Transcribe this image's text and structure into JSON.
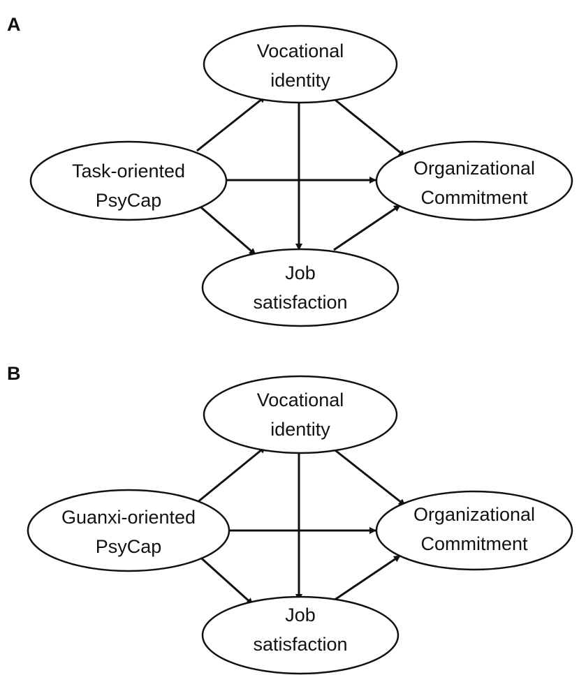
{
  "panels": [
    {
      "label": "A",
      "nodes": {
        "vocational": {
          "line1": "Vocational",
          "line2": "identity"
        },
        "psycap": {
          "line1": "Task-oriented",
          "line2": "PsyCap"
        },
        "commitment": {
          "line1": "Organizational",
          "line2": "Commitment"
        },
        "satisfaction": {
          "line1": "Job",
          "line2": "satisfaction"
        }
      },
      "edges": [
        [
          "psycap",
          "vocational"
        ],
        [
          "psycap",
          "commitment"
        ],
        [
          "psycap",
          "satisfaction"
        ],
        [
          "vocational",
          "commitment"
        ],
        [
          "vocational",
          "satisfaction"
        ],
        [
          "satisfaction",
          "commitment"
        ]
      ]
    },
    {
      "label": "B",
      "nodes": {
        "vocational": {
          "line1": "Vocational",
          "line2": "identity"
        },
        "psycap": {
          "line1": "Guanxi-oriented",
          "line2": "PsyCap"
        },
        "commitment": {
          "line1": "Organizational",
          "line2": "Commitment"
        },
        "satisfaction": {
          "line1": "Job",
          "line2": "satisfaction"
        }
      },
      "edges": [
        [
          "psycap",
          "vocational"
        ],
        [
          "psycap",
          "commitment"
        ],
        [
          "psycap",
          "satisfaction"
        ],
        [
          "vocational",
          "commitment"
        ],
        [
          "vocational",
          "satisfaction"
        ],
        [
          "satisfaction",
          "commitment"
        ]
      ]
    }
  ],
  "colors": {
    "stroke": "#111111",
    "background": "#ffffff"
  }
}
